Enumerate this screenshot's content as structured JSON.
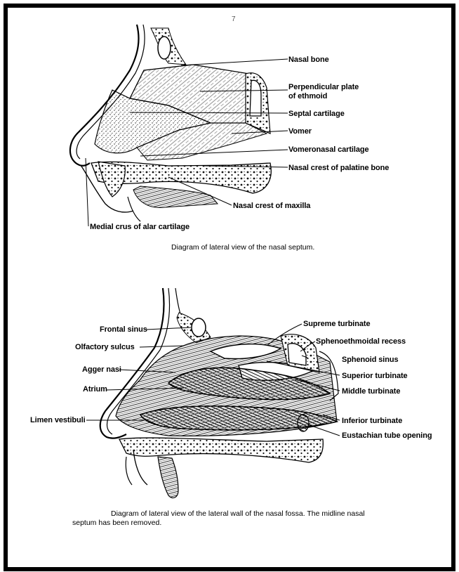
{
  "page_mark": "7",
  "septum": {
    "labels": {
      "nasal_bone": "Nasal bone",
      "perpendicular_plate": "Perpendicular plate",
      "perpendicular_plate_2": "of ethmoid",
      "septal_cartilage": "Septal cartilage",
      "vomer": "Vomer",
      "vomeronasal_cartilage": "Vomeronasal cartilage",
      "nasal_crest_palatine": "Nasal crest of palatine bone",
      "nasal_crest_maxilla": "Nasal crest of maxilla",
      "medial_crus": "Medial crus of alar cartilage"
    },
    "caption": "Diagram of lateral view of the nasal septum."
  },
  "lateral_wall": {
    "labels": {
      "frontal_sinus": "Frontal sinus",
      "olfactory_sulcus": "Olfactory sulcus",
      "agger_nasi": "Agger nasi",
      "atrium": "Atrium",
      "limen_vestibuli": "Limen vestibuli",
      "supreme_turbinate": "Supreme turbinate",
      "sphenoethmoidal_recess": "Sphenoethmoidal recess",
      "sphenoid_sinus": "Sphenoid sinus",
      "superior_turbinate": "Superior turbinate",
      "middle_turbinate": "Middle turbinate",
      "inferior_turbinate": "Inferior turbinate",
      "eustachian_tube_opening": "Eustachian tube opening"
    },
    "caption_line1": "Diagram of lateral view of the lateral wall of the nasal fossa. The midline nasal",
    "caption_line2": "septum has been removed."
  }
}
